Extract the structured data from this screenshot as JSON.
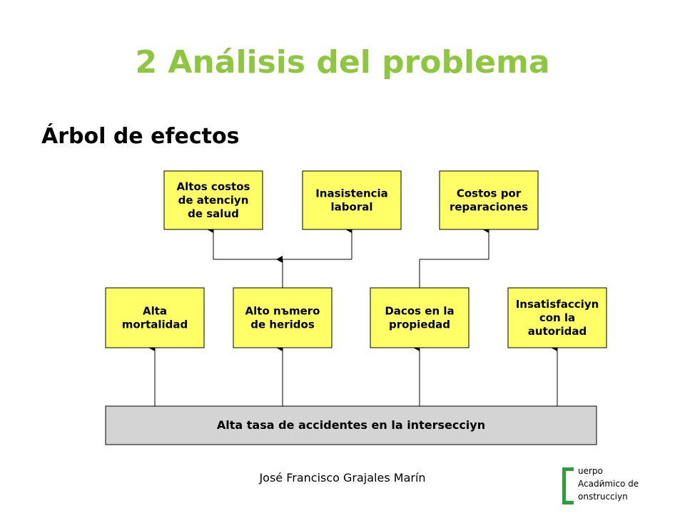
{
  "title": "2 Análisis del problema",
  "subtitle": "Árbol de efectos",
  "author": "José Francisco Grajales Marín",
  "colors": {
    "title": "#8dc63f",
    "box_fill": "#ffff66",
    "root_fill": "#d4d4d4",
    "logo": "#2e9e3c"
  },
  "effects_top": [
    {
      "id": "t1",
      "lines": [
        "Altos costos",
        "de atenciyn",
        "de salud"
      ]
    },
    {
      "id": "t2",
      "lines": [
        "Inasistencia",
        "laboral"
      ]
    },
    {
      "id": "t3",
      "lines": [
        "Costos por",
        "reparaciones"
      ]
    }
  ],
  "effects_mid": [
    {
      "id": "m1",
      "lines": [
        "Alta",
        "mortalidad"
      ]
    },
    {
      "id": "m2",
      "lines": [
        "Alto nъmero",
        "de heridos"
      ]
    },
    {
      "id": "m3",
      "lines": [
        "Dacos en la",
        "propiedad"
      ]
    },
    {
      "id": "m4",
      "lines": [
        "Insatisfacciyn",
        "con la",
        "autoridad"
      ]
    }
  ],
  "root": {
    "id": "root",
    "lines": [
      "Alta tasa de accidentes en la intersecciyn"
    ]
  },
  "links": [
    {
      "from": "root",
      "to": "m1"
    },
    {
      "from": "root",
      "to": "m2"
    },
    {
      "from": "root",
      "to": "m3"
    },
    {
      "from": "root",
      "to": "m4"
    },
    {
      "from": "m2",
      "to": [
        "t1",
        "t2"
      ]
    },
    {
      "from": "m3",
      "to": [
        "t3"
      ]
    }
  ],
  "logo": {
    "lines": [
      "uerpo",
      "Acadйmico de",
      "onstrucciyn"
    ]
  }
}
